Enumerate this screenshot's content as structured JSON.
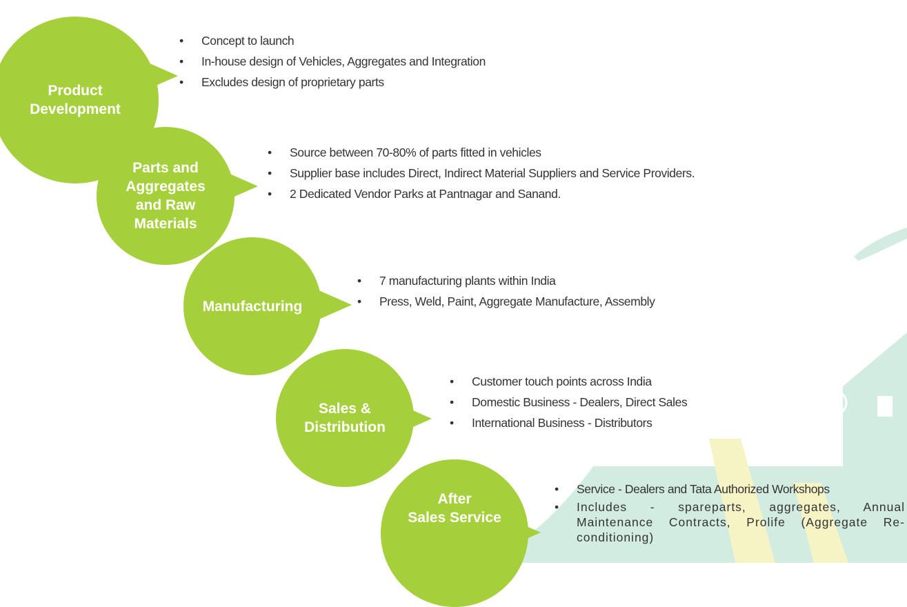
{
  "stages": [
    {
      "title": "Product\nDevelopment",
      "points": [
        "Concept to launch",
        "In-house design of Vehicles, Aggregates and Integration",
        "Excludes design of proprietary parts"
      ]
    },
    {
      "title": "Parts and\nAggregates\nand Raw\nMaterials",
      "points": [
        "Source between 70-80% of parts fitted in vehicles",
        "Supplier base includes Direct, Indirect Material Suppliers and Service Providers.",
        "2 Dedicated Vendor Parks at Pantnagar and Sanand."
      ]
    },
    {
      "title": "Manufacturing",
      "points": [
        "7 manufacturing plants within India",
        "Press, Weld, Paint, Aggregate Manufacture, Assembly"
      ]
    },
    {
      "title": "Sales &\nDistribution",
      "points": [
        "Customer touch points across India",
        "Domestic Business - Dealers, Direct Sales",
        "International Business - Distributors"
      ]
    },
    {
      "title": "After\nSales Service",
      "points": [
        "Service - Dealers and Tata Authorized Workshops",
        "Includes - spareparts, aggregates, Annual Maintenance Contracts, Prolife (Aggregate Re-conditioning)"
      ]
    }
  ],
  "colors": {
    "bubble": "#a6cf3c",
    "text": "#333333",
    "watermark_green": "#d3ece2",
    "watermark_yellow": "#f6f3c4"
  },
  "icons": [
    "bicycle-icon",
    "house-icon"
  ]
}
